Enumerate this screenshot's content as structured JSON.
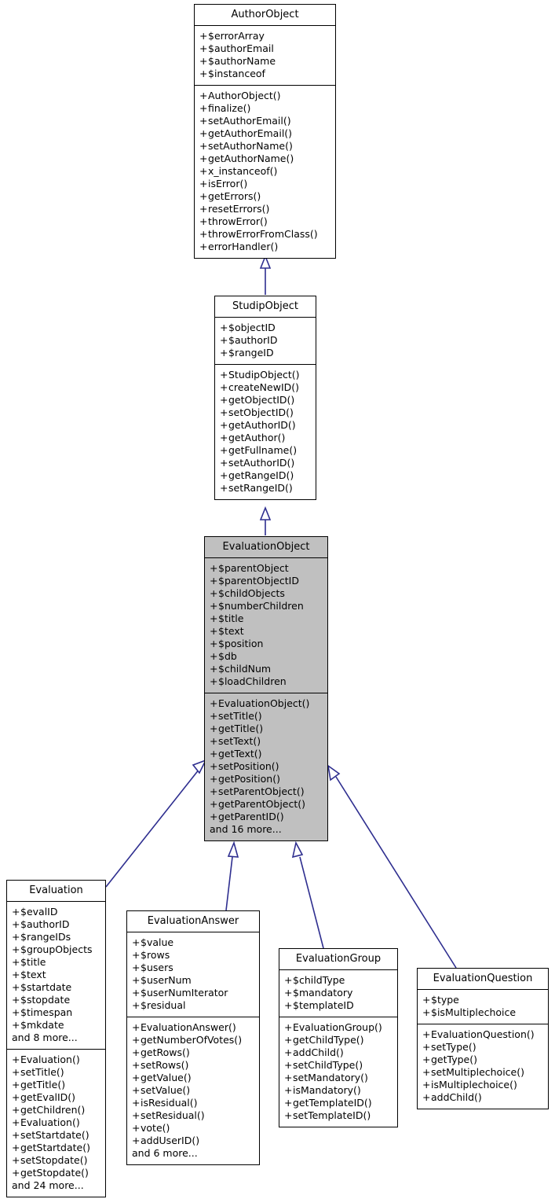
{
  "diagram": {
    "type": "uml-class-inheritance",
    "title": "EvaluationObject class hierarchy",
    "edge_color": "#2e2e8f",
    "node_border_color": "#000000",
    "node_fill_color": "#ffffff",
    "highlight_fill_color": "#c0c0c0",
    "background_color": "#ffffff",
    "visibility_symbol": "+",
    "relation": "generalization"
  },
  "nodes": {
    "author_object": {
      "name": "AuthorObject",
      "attributes": [
        "$errorArray",
        "$authorEmail",
        "$authorName",
        "$instanceof"
      ],
      "methods": [
        "AuthorObject()",
        "finalize()",
        "setAuthorEmail()",
        "getAuthorEmail()",
        "setAuthorName()",
        "getAuthorName()",
        "x_instanceof()",
        "isError()",
        "getErrors()",
        "resetErrors()",
        "throwError()",
        "throwErrorFromClass()",
        "errorHandler()"
      ],
      "attributes_more": "",
      "methods_more": ""
    },
    "studip_object": {
      "name": "StudipObject",
      "attributes": [
        "$objectID",
        "$authorID",
        "$rangeID"
      ],
      "methods": [
        "StudipObject()",
        "createNewID()",
        "getObjectID()",
        "setObjectID()",
        "getAuthorID()",
        "getAuthor()",
        "getFullname()",
        "setAuthorID()",
        "getRangeID()",
        "setRangeID()"
      ],
      "attributes_more": "",
      "methods_more": ""
    },
    "evaluation_object": {
      "name": "EvaluationObject",
      "attributes": [
        "$parentObject",
        "$parentObjectID",
        "$childObjects",
        "$numberChildren",
        "$title",
        "$text",
        "$position",
        "$db",
        "$childNum",
        "$loadChildren"
      ],
      "methods": [
        "EvaluationObject()",
        "setTitle()",
        "getTitle()",
        "setText()",
        "getText()",
        "setPosition()",
        "getPosition()",
        "setParentObject()",
        "getParentObject()",
        "getParentID()"
      ],
      "attributes_more": "",
      "methods_more": "and 16 more..."
    },
    "evaluation": {
      "name": "Evaluation",
      "attributes": [
        "$evalID",
        "$authorID",
        "$rangeIDs",
        "$groupObjects",
        "$title",
        "$text",
        "$startdate",
        "$stopdate",
        "$timespan",
        "$mkdate"
      ],
      "methods": [
        "Evaluation()",
        "setTitle()",
        "getTitle()",
        "getEvalID()",
        "getChildren()",
        "Evaluation()",
        "setStartdate()",
        "getStartdate()",
        "setStopdate()",
        "getStopdate()"
      ],
      "attributes_more": "and 8 more...",
      "methods_more": "and 24 more..."
    },
    "evaluation_answer": {
      "name": "EvaluationAnswer",
      "attributes": [
        "$value",
        "$rows",
        "$users",
        "$userNum",
        "$userNumIterator",
        "$residual"
      ],
      "methods": [
        "EvaluationAnswer()",
        "getNumberOfVotes()",
        "getRows()",
        "setRows()",
        "getValue()",
        "setValue()",
        "isResidual()",
        "setResidual()",
        "vote()",
        "addUserID()"
      ],
      "attributes_more": "",
      "methods_more": "and 6 more..."
    },
    "evaluation_group": {
      "name": "EvaluationGroup",
      "attributes": [
        "$childType",
        "$mandatory",
        "$templateID"
      ],
      "methods": [
        "EvaluationGroup()",
        "getChildType()",
        "addChild()",
        "setChildType()",
        "setMandatory()",
        "isMandatory()",
        "getTemplateID()",
        "setTemplateID()"
      ],
      "attributes_more": "",
      "methods_more": ""
    },
    "evaluation_question": {
      "name": "EvaluationQuestion",
      "attributes": [
        "$type",
        "$isMultiplechoice"
      ],
      "methods": [
        "EvaluationQuestion()",
        "setType()",
        "getType()",
        "setMultiplechoice()",
        "isMultiplechoice()",
        "addChild()"
      ],
      "attributes_more": "",
      "methods_more": ""
    }
  },
  "edges": [
    {
      "from": "studip_object",
      "to": "author_object",
      "kind": "inheritance"
    },
    {
      "from": "evaluation_object",
      "to": "studip_object",
      "kind": "inheritance"
    },
    {
      "from": "evaluation",
      "to": "evaluation_object",
      "kind": "inheritance"
    },
    {
      "from": "evaluation_answer",
      "to": "evaluation_object",
      "kind": "inheritance"
    },
    {
      "from": "evaluation_group",
      "to": "evaluation_object",
      "kind": "inheritance"
    },
    {
      "from": "evaluation_question",
      "to": "evaluation_object",
      "kind": "inheritance"
    }
  ]
}
